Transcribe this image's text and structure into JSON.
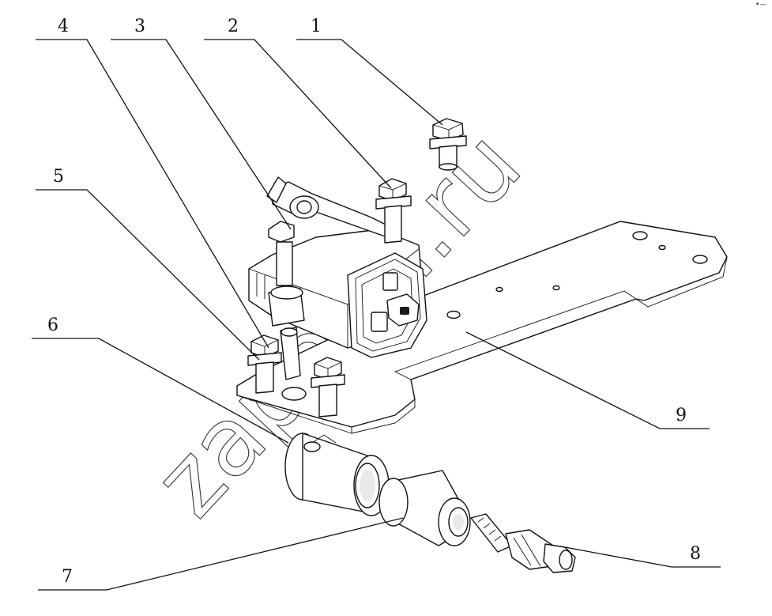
{
  "callouts": [
    {
      "id": "1",
      "label": "1"
    },
    {
      "id": "2",
      "label": "2"
    },
    {
      "id": "3",
      "label": "3"
    },
    {
      "id": "4",
      "label": "4"
    },
    {
      "id": "5",
      "label": "5"
    },
    {
      "id": "6",
      "label": "6"
    },
    {
      "id": "7",
      "label": "7"
    },
    {
      "id": "8",
      "label": "8"
    },
    {
      "id": "9",
      "label": "9"
    }
  ],
  "watermark": "zapofm.ru",
  "corner_mark": "•—"
}
